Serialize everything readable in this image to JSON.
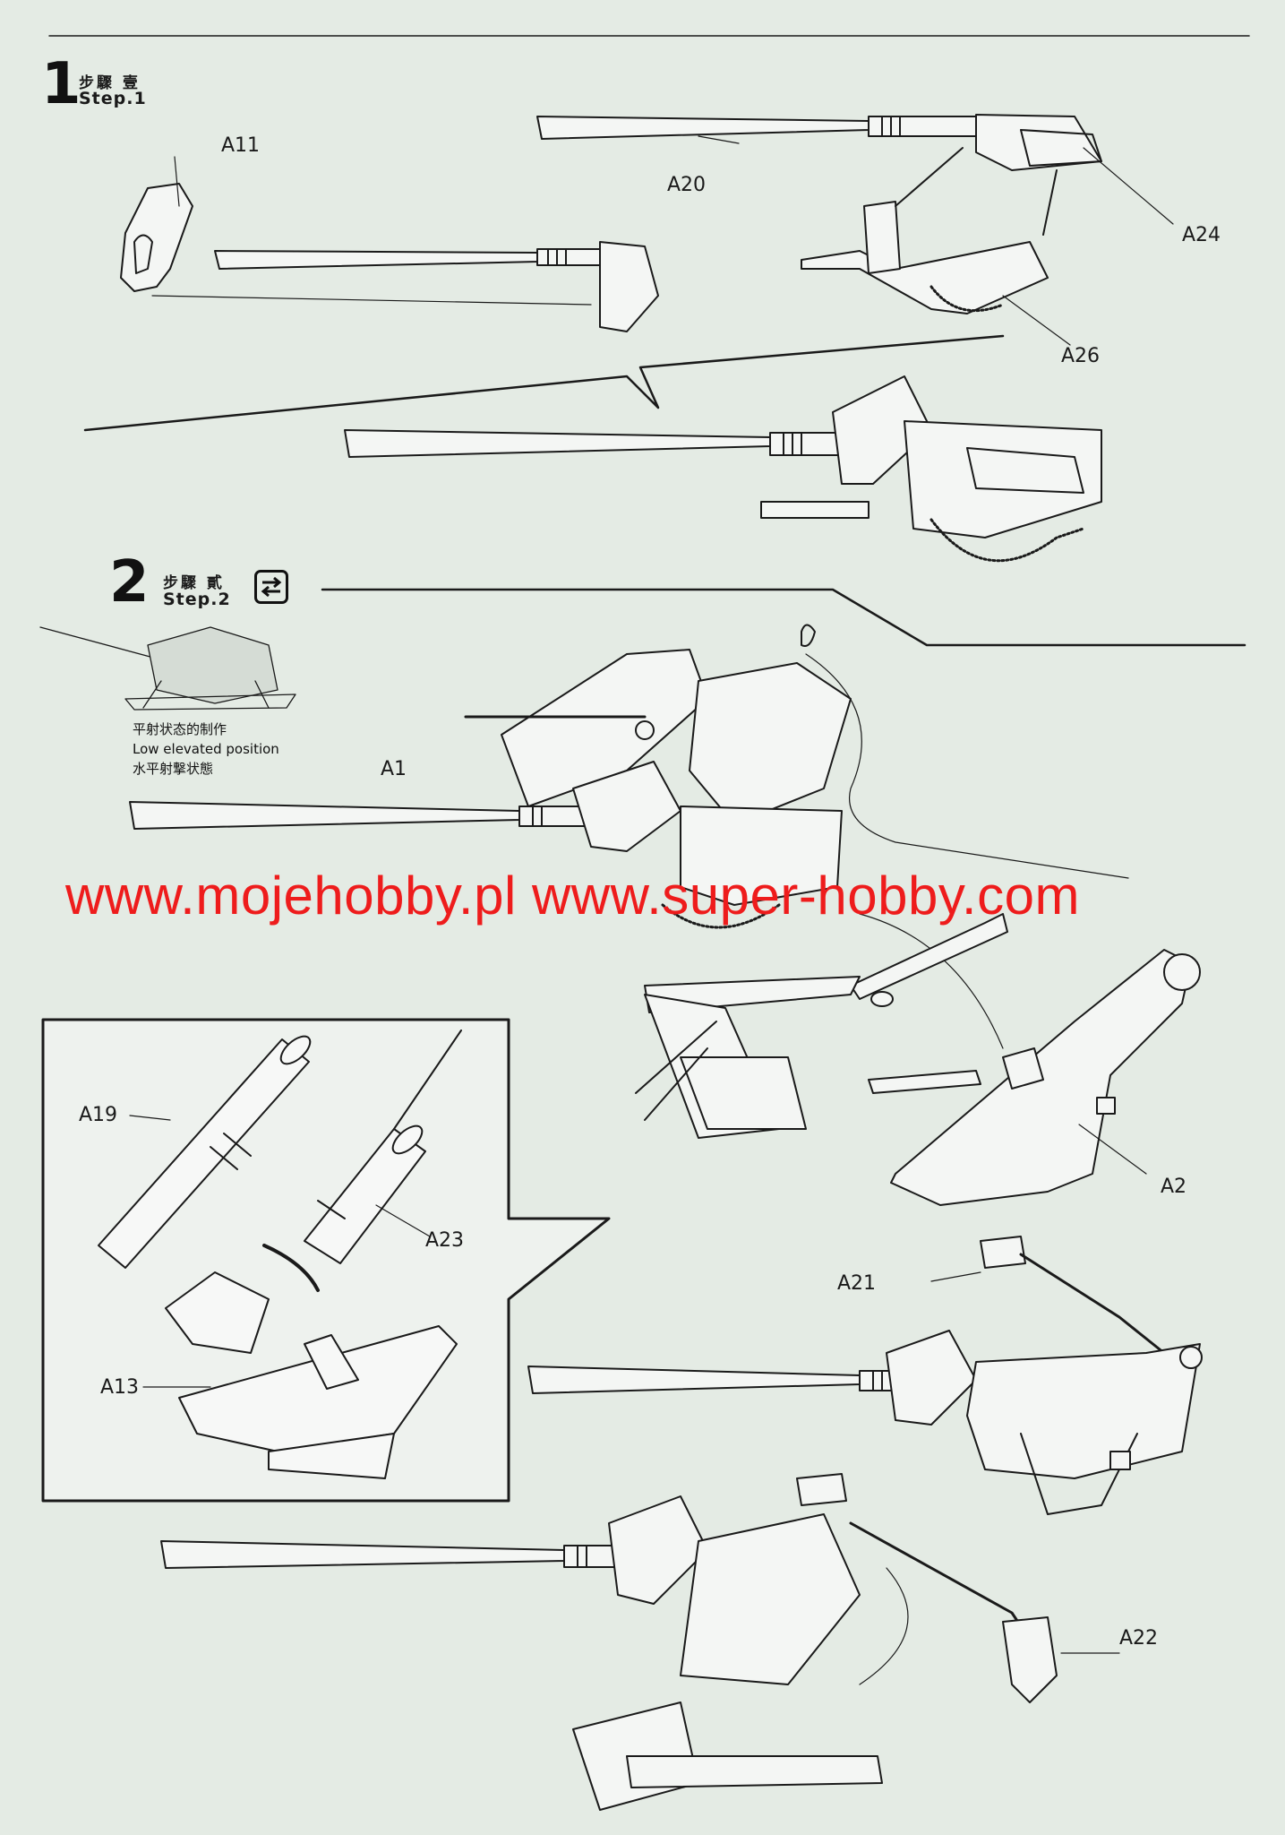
{
  "step1": {
    "number": "1",
    "title_cn": "步驟 壹",
    "title_en": "Step.1"
  },
  "step2": {
    "number": "2",
    "title_cn": "步驟 貳",
    "title_en": "Step.2",
    "flip_icon": "flip-arrows-icon",
    "note_cn": "平射状态的制作",
    "note_en": "Low elevated position",
    "note_jp": "水平射撃状態"
  },
  "parts": {
    "a11": "A11",
    "a20": "A20",
    "a24": "A24",
    "a26": "A26",
    "a1": "A1",
    "a2": "A2",
    "a21": "A21",
    "a22": "A22",
    "a19": "A19",
    "a23": "A23",
    "a13": "A13"
  },
  "watermark": "www.mojehobby.pl www.super-hobby.com",
  "colors": {
    "paper": "#e4ebe4",
    "line": "#1a1a1a",
    "watermark": "#ee1c1c"
  }
}
